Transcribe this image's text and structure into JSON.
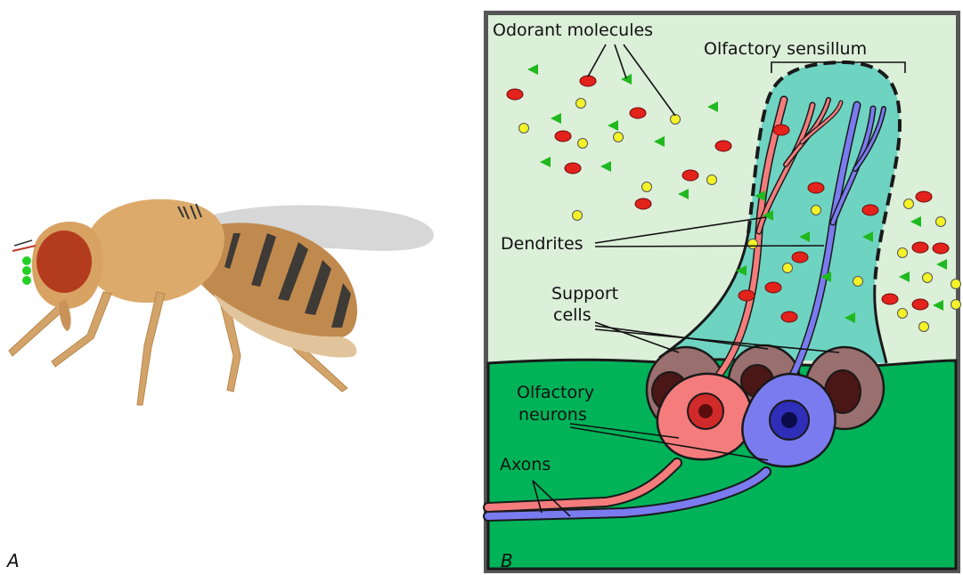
{
  "panels": {
    "a": {
      "letter": "A"
    },
    "b": {
      "letter": "B",
      "labels": {
        "odorant_molecules": "Odorant molecules",
        "olfactory_sensillum": "Olfactory sensillum",
        "dendrites": "Dendrites",
        "support_cells_line1": "Support",
        "support_cells_line2": "cells",
        "olfactory_neurons_line1": "Olfactory",
        "olfactory_neurons_line2": "neurons",
        "axons": "Axons"
      }
    }
  },
  "colors": {
    "air": "#dcefd9",
    "tissue": "#00b359",
    "sensillum": "#6fd3c2",
    "red_neuron": "#f47c7c",
    "blue_neuron": "#7b7bf0",
    "support_cell": "#9a6f6f",
    "red_odorant": "#e3221b",
    "yellow_odorant": "#f3f327",
    "green_odorant": "#1fb91f"
  }
}
